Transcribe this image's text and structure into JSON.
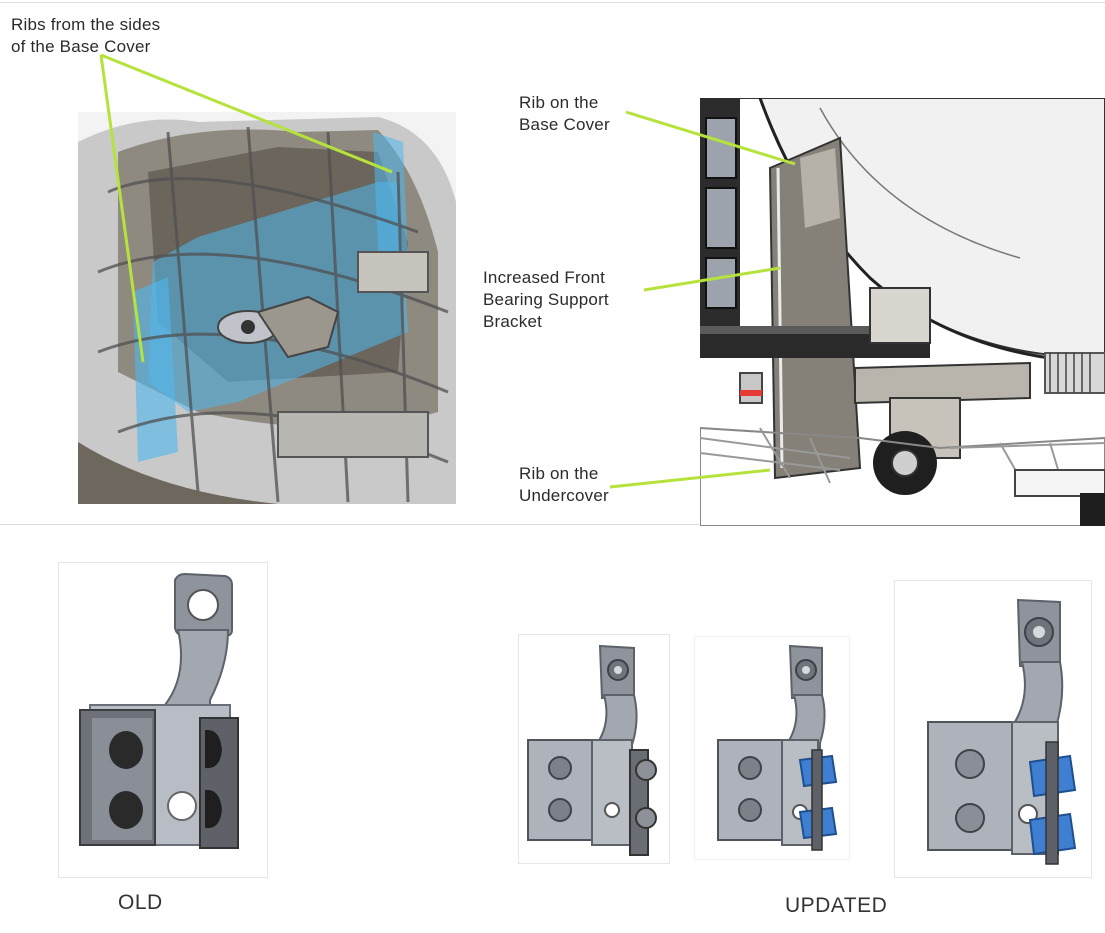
{
  "annotations": {
    "ribs_sides": "Ribs from the sides\nof the Base Cover",
    "rib_base_cover": "Rib on the\nBase Cover",
    "increased_bracket": "Increased Front\nBearing Support\nBracket",
    "rib_undercover": "Rib on the\nUndercover"
  },
  "captions": {
    "old": "OLD",
    "updated": "UPDATED"
  },
  "colors": {
    "leader_line": "#b5e33c",
    "highlight_blue": "#4fb8ee",
    "metal": "#9aa0ab",
    "dark_rubber": "#2a2a2a",
    "blue_clip": "#3f7fd1"
  }
}
